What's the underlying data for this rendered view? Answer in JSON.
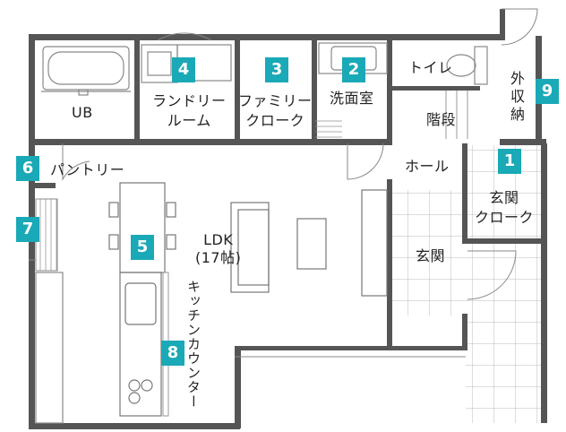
{
  "rooms": {
    "ub": "UB",
    "laundry": "ランドリー\nルーム",
    "family_closet": "ファミリー\nクローク",
    "washroom": "洗面室",
    "toilet": "トイレ",
    "stairs": "階段",
    "outdoor_storage": "外\n収\n納",
    "pantry": "パントリー",
    "hall": "ホール",
    "entrance_closet": "玄関\nクローク",
    "ldk": "LDK\n(17帖)",
    "entrance": "玄関",
    "kitchen_counter": "キッチンカウンター"
  },
  "badges": [
    "1",
    "2",
    "3",
    "4",
    "5",
    "6",
    "7",
    "8",
    "9"
  ],
  "colors": {
    "badge": "#1aa9b6",
    "wall": "#555555",
    "line": "#888888",
    "tile": "#bbbbbb"
  }
}
